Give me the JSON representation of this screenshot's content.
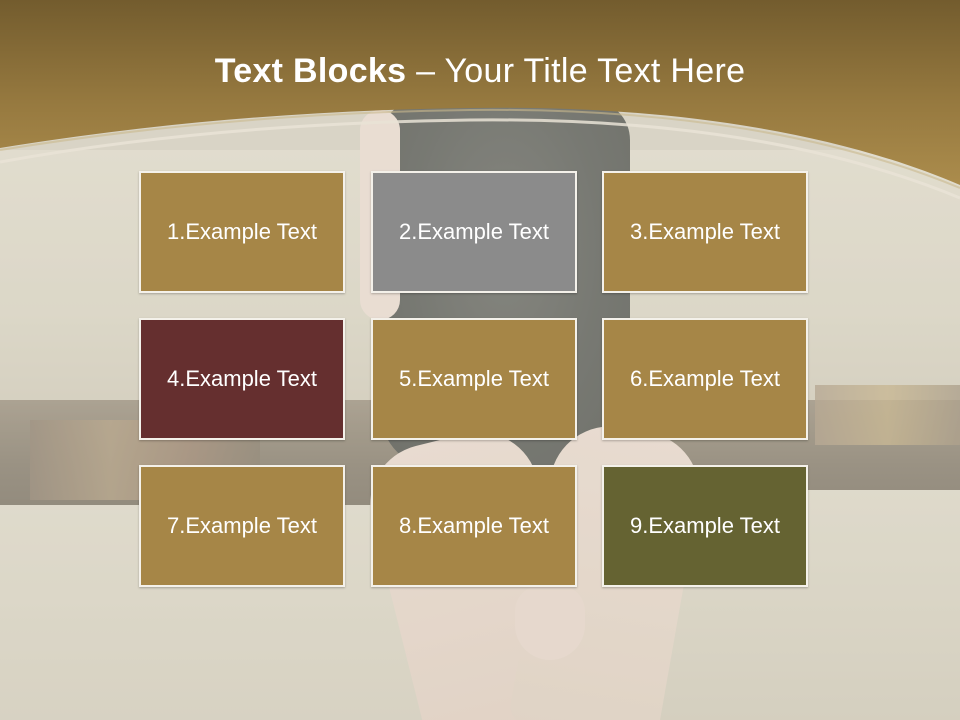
{
  "title": {
    "bold": "Text Blocks",
    "rest": " – Your Title Text Here"
  },
  "blocks": [
    {
      "label": "1.Example Text",
      "color": "#a68647"
    },
    {
      "label": "2.Example Text",
      "color": "#8b8b8b"
    },
    {
      "label": "3.Example Text",
      "color": "#a68647"
    },
    {
      "label": "4.Example Text",
      "color": "#652f2f"
    },
    {
      "label": "5.Example Text",
      "color": "#a68647"
    },
    {
      "label": "6.Example Text",
      "color": "#a68647"
    },
    {
      "label": "7.Example Text",
      "color": "#a68647"
    },
    {
      "label": "8.Example Text",
      "color": "#a68647"
    },
    {
      "label": "9.Example Text",
      "color": "#656332"
    }
  ],
  "colors": {
    "header_gold_dark": "#7a6232",
    "header_gold": "#a8894a",
    "block_border": "#f4f1ea"
  }
}
